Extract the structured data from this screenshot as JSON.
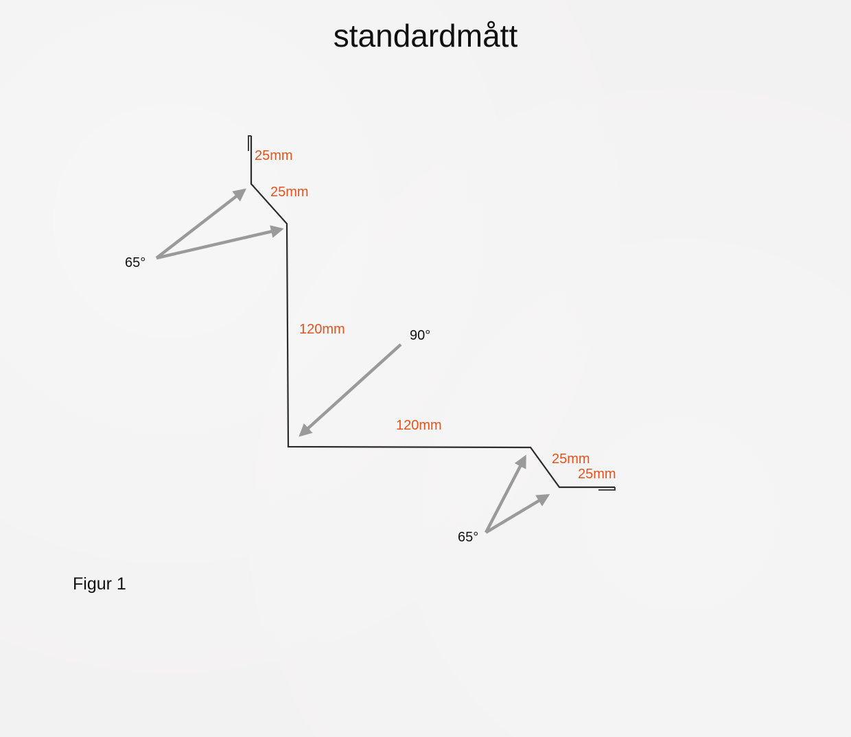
{
  "title": "standardmått",
  "caption": "Figur 1",
  "colors": {
    "profile": "#2b2b2b",
    "dimension_text": "#e8521c",
    "angle_text": "#111111",
    "arrow": "#9a9a9a",
    "background": "#f3f2f2"
  },
  "dimensions": {
    "top_hem": "25mm",
    "top_slant": "25mm",
    "vertical": "120mm",
    "horizontal": "120mm",
    "bottom_slant": "25mm",
    "bottom_hem": "25mm"
  },
  "angles": {
    "top": "65°",
    "corner": "90°",
    "bottom": "65°"
  }
}
